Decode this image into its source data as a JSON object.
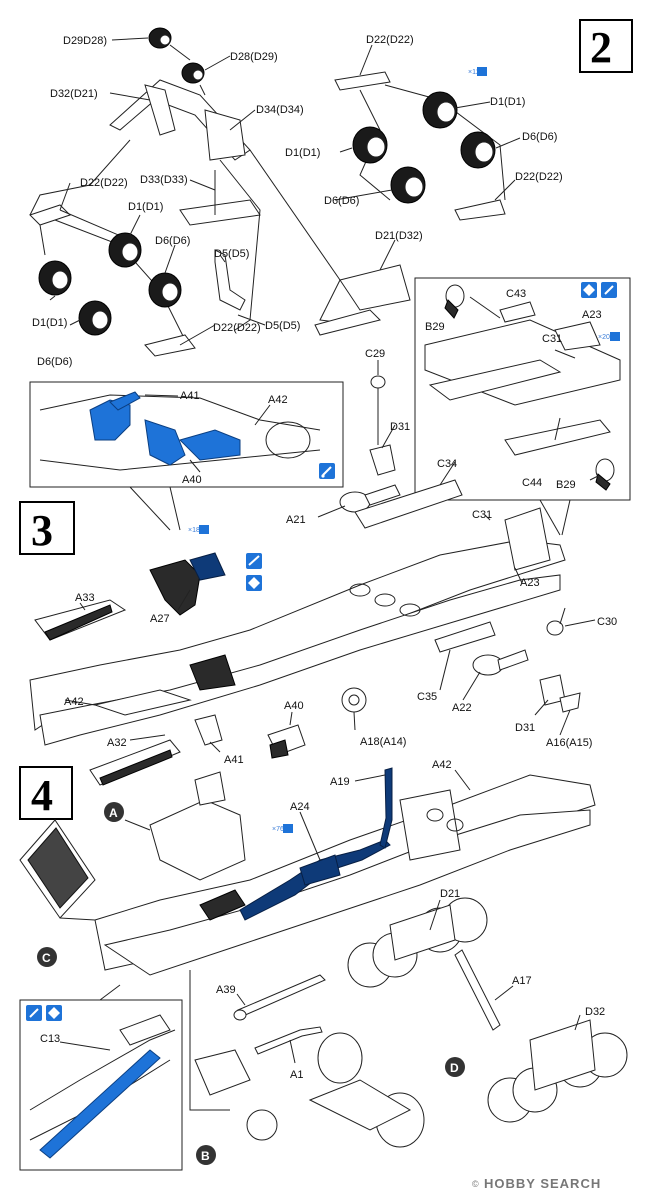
{
  "steps": {
    "s2": "2",
    "s3": "3",
    "s4": "4"
  },
  "step2_labels": {
    "d29d28": "D29D28)",
    "d28d29": "D28(D29)",
    "d32d21": "D32(D21)",
    "d34d34": "D34(D34)",
    "d33d33": "D33(D33)",
    "d22d22_left": "D22(D22)",
    "d1d1_left_top": "D1(D1)",
    "d6d6_left_top": "D6(D6)",
    "d1d1_left_bot": "D1(D1)",
    "d6d6_left_bot": "D6(D6)",
    "d22d22_left_bot": "D22(D22)",
    "d5d5_a": "D5(D5)",
    "d5d5_b": "D5(D5)",
    "d22d22_right_top": "D22(D22)",
    "d1d1_right_top": "D1(D1)",
    "d6d6_right_top": "D6(D6)",
    "d1d1_right_mid": "D1(D1)",
    "d6d6_right_mid": "D6(D6)",
    "d22d22_right_bot": "D22(D22)",
    "d21d32": "D21(D32)",
    "ref_x12": "×12"
  },
  "step3_labels": {
    "a41_inset": "A41",
    "a42_inset": "A42",
    "a40_inset": "A40",
    "b29_top": "B29",
    "c43": "C43",
    "a23_inset": "A23",
    "c31_inset": "C31",
    "c44": "C44",
    "b29_bot": "B29",
    "c29": "C29",
    "d31_top": "D31",
    "c34": "C34",
    "a21": "A21",
    "c31": "C31",
    "a23": "A23",
    "a27": "A27",
    "a33": "A33",
    "c30": "C30",
    "a42": "A42",
    "c35": "C35",
    "a22": "A22",
    "d31_bot": "D31",
    "a16a15": "A16(A15)",
    "a32": "A32",
    "a40": "A40",
    "a41": "A41",
    "a18a14": "A18(A14)",
    "ref_x18": "×18",
    "ref_x20": "×20"
  },
  "step4_labels": {
    "a19": "A19",
    "a42": "A42",
    "a24": "A24",
    "d21": "D21",
    "a17": "A17",
    "d32": "D32",
    "a39": "A39",
    "a1": "A1",
    "c13": "C13",
    "ref_x76": "×76",
    "callout_a": "A",
    "callout_b": "B",
    "callout_c": "C",
    "callout_d": "D"
  },
  "watermark": {
    "brand": "HOBBY SEARCH",
    "copyright": "©"
  },
  "colors": {
    "accent_blue": "#1e73d8",
    "dark_navy": "#0e3a78",
    "line": "#222222",
    "callout_fill": "#333333"
  },
  "icons": [
    "paint-brush-icon",
    "paint-pattern-icon",
    "glue-icon"
  ]
}
